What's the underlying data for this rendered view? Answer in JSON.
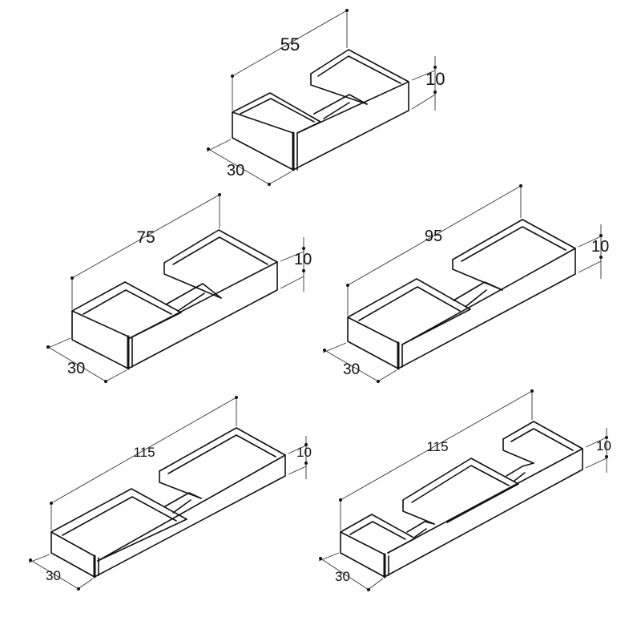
{
  "units": [
    {
      "length": "55",
      "depth": "30",
      "height": "10",
      "modules": 2
    },
    {
      "length": "75",
      "depth": "30",
      "height": "10",
      "modules": 2
    },
    {
      "length": "95",
      "depth": "30",
      "height": "10",
      "modules": 2
    },
    {
      "length": "115",
      "depth": "30",
      "height": "10",
      "modules": 2
    },
    {
      "length": "115",
      "depth": "30",
      "height": "10",
      "modules": 3
    }
  ],
  "colors": {
    "line": "#111111",
    "dimension": "#333333",
    "background": "#ffffff"
  }
}
